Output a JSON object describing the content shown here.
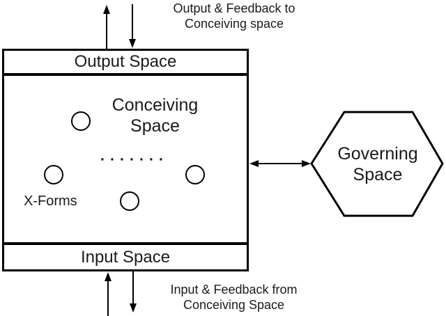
{
  "colors": {
    "background": "#ffffff",
    "line": "#000000",
    "text": "#1a1a1a"
  },
  "annotations": {
    "top": {
      "line1": "Output & Feedback to",
      "line2": "Conceiving space"
    },
    "bottom": {
      "line1": "Input & Feedback from",
      "line2": "Conceiving Space"
    }
  },
  "main_box": {
    "output_band_label": "Output Space",
    "center_label": {
      "line1": "Conceiving",
      "line2": "Space"
    },
    "input_band_label": "Input Space",
    "xforms_label": "X-Forms",
    "dots": "·······",
    "circle_count": 4
  },
  "hexagon": {
    "label": {
      "line1": "Governing",
      "line2": "Space"
    }
  }
}
